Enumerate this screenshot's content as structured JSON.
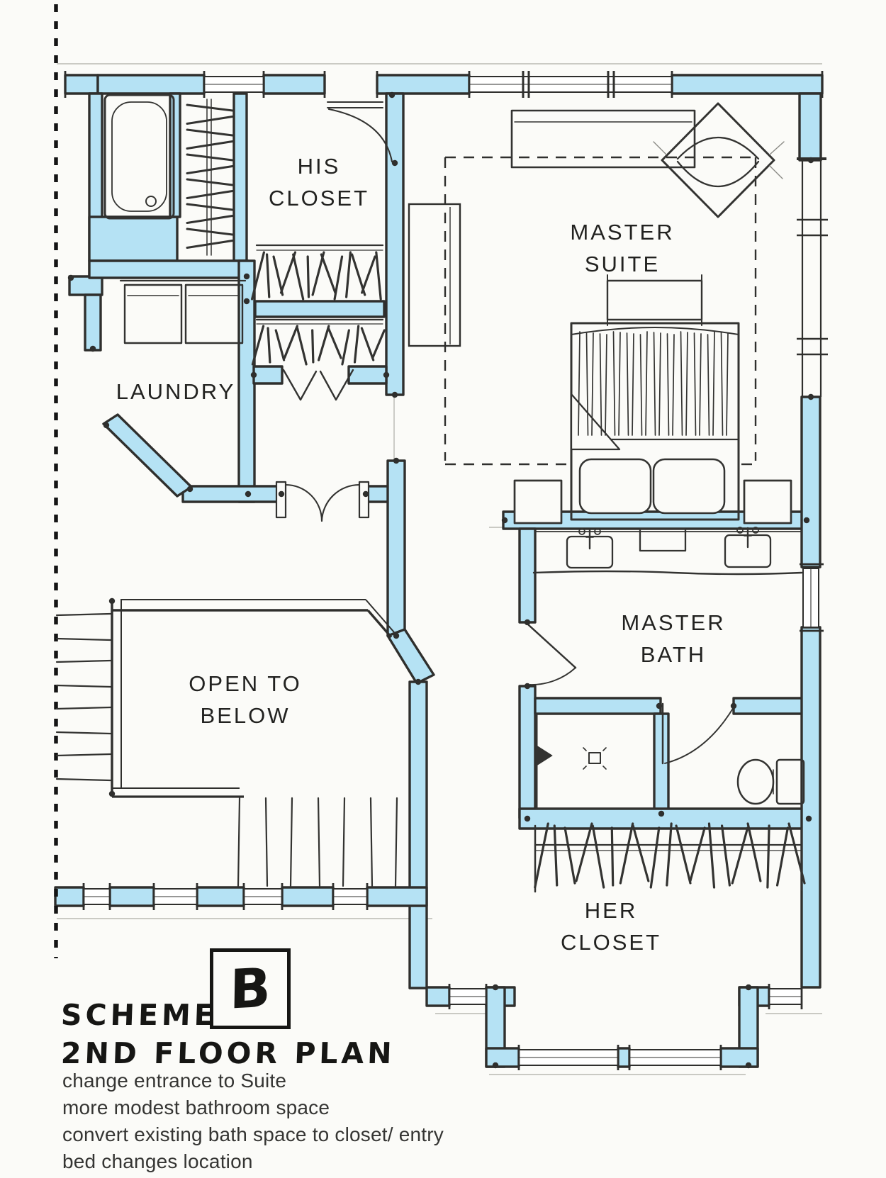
{
  "plan": {
    "rooms": {
      "his_closet": {
        "line1": "HIS",
        "line2": "CLOSET"
      },
      "master_suite": {
        "line1": "MASTER",
        "line2": "SUITE"
      },
      "laundry": {
        "label": "LAUNDRY"
      },
      "open_to_below": {
        "line1": "OPEN TO",
        "line2": "BELOW"
      },
      "master_bath": {
        "line1": "MASTER",
        "line2": "BATH"
      },
      "her_closet": {
        "line1": "HER",
        "line2": "CLOSET"
      }
    },
    "title_block": {
      "scheme_label": "SCHEME",
      "scheme_letter": "B",
      "plan_label": "2ND FLOOR PLAN"
    },
    "notes": {
      "line1": "change entrance to Suite",
      "line2": "more modest bathroom space",
      "line3": "convert existing bath space to closet/ entry",
      "line4": "bed changes location"
    },
    "colors": {
      "wall_highlight": "#b5e2f4",
      "ink": "#2f2f2d",
      "paper": "#fbfbf8"
    }
  }
}
